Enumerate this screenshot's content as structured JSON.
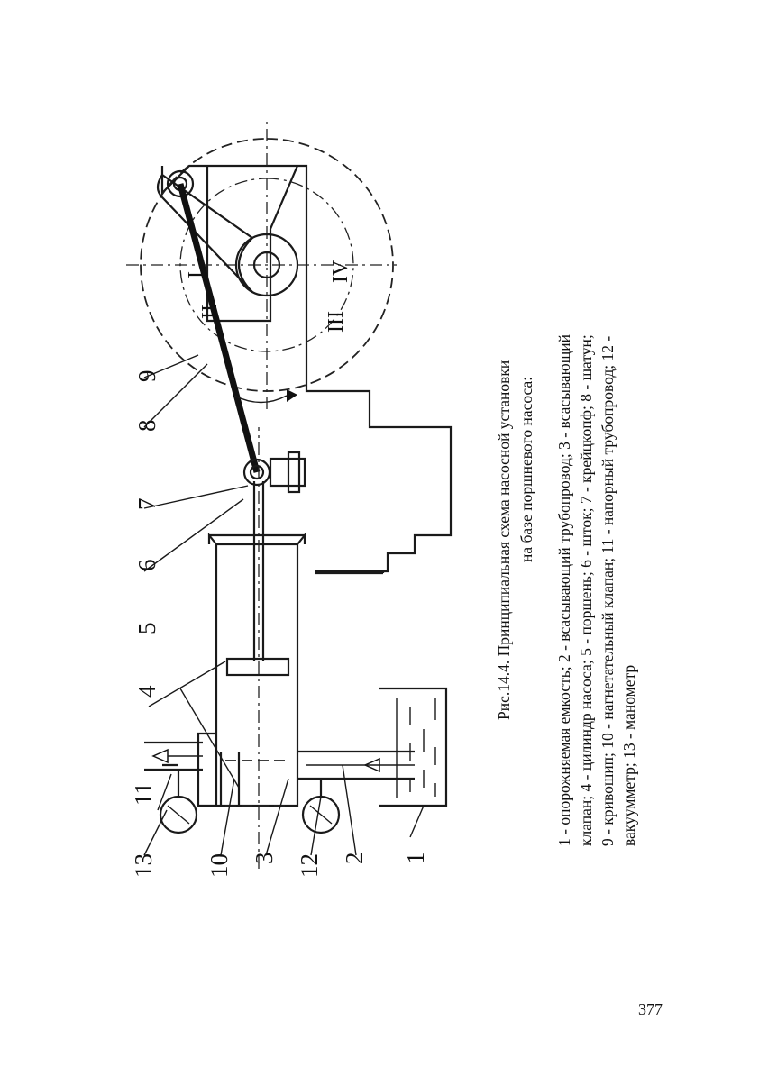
{
  "figure": {
    "labels": [
      "1",
      "2",
      "3",
      "4",
      "5",
      "6",
      "7",
      "8",
      "9",
      "10",
      "11",
      "12",
      "13"
    ],
    "quadrants": [
      "I",
      "II",
      "III",
      "IV"
    ]
  },
  "caption": {
    "title_line1": "Рис.14.4.  Принципиальная схема насосной установки",
    "title_line2": "на базе поршневого насоса:",
    "legend_lines": [
      "1 - опорожняемая емкость; 2 - всасывающий трубопровод; 3 - всасывающий",
      "клапан; 4 - цилиндр насоса; 5 - поршень; 6 - шток; 7 - крейцкопф; 8 - шатун;",
      "9 - кривошип; 10 - нагнетательный клапан; 11 - напорный трубопровод; 12 -",
      "вакуумметр; 13 - манометр"
    ]
  },
  "page_number": "377"
}
